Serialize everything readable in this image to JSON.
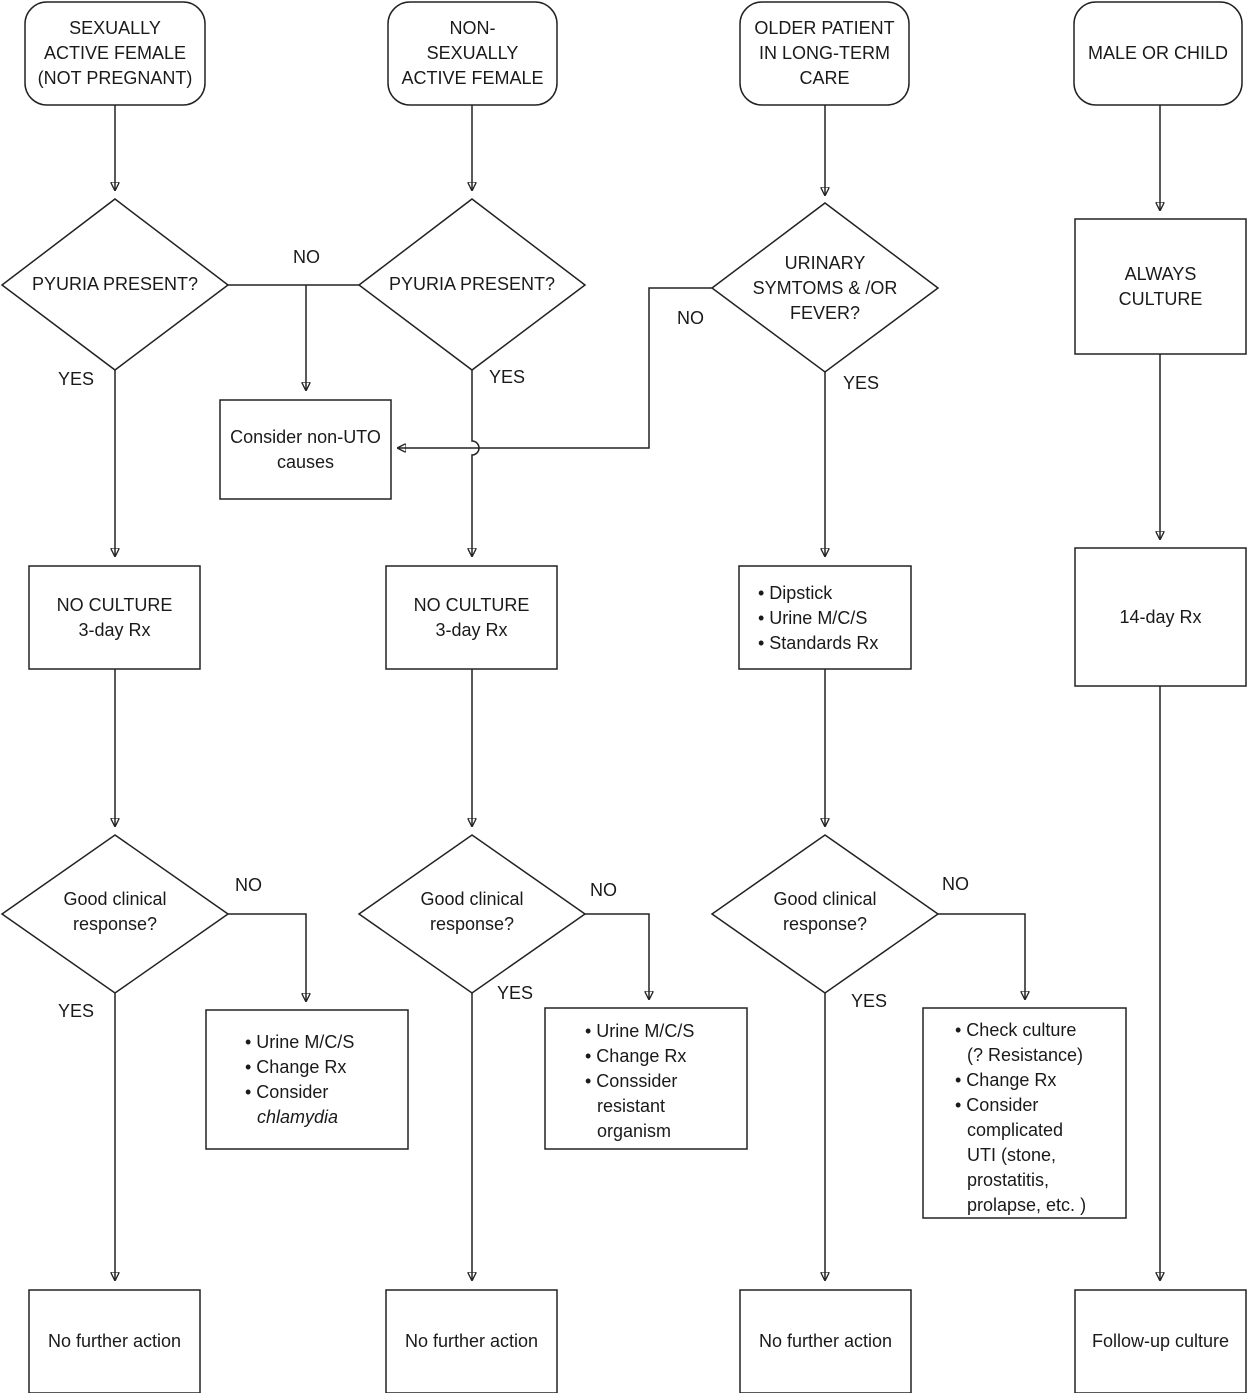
{
  "columns": {
    "sexually_active_female": {
      "start": [
        "SEXUALLY",
        "ACTIVE FEMALE",
        "(NOT PREGNANT)"
      ],
      "decision": [
        "PYURIA PRESENT?"
      ],
      "yes_label": "YES",
      "action": [
        "NO CULTURE",
        "3-day Rx"
      ],
      "response": [
        "Good clinical",
        "response?"
      ],
      "response_yes": "YES",
      "response_no": "NO",
      "no_action": [
        "• Urine M/C/S",
        "• Change Rx",
        "• Consider",
        "chlamydia"
      ],
      "end": [
        "No further action"
      ]
    },
    "non_sexually_active_female": {
      "start": [
        "NON-",
        "SEXUALLY",
        "ACTIVE FEMALE"
      ],
      "decision": [
        "PYURIA PRESENT?"
      ],
      "yes_label": "YES",
      "no_label": "NO",
      "action": [
        "NO CULTURE",
        "3-day Rx"
      ],
      "response": [
        "Good clinical",
        "response?"
      ],
      "response_yes": "YES",
      "response_no": "NO",
      "no_action": [
        "• Urine M/C/S",
        "• Change Rx",
        "• Conssider",
        "resistant",
        "organism"
      ],
      "end": [
        "No further action"
      ]
    },
    "non_uti": {
      "text": [
        "Consider non-UTO",
        "causes"
      ]
    },
    "older_patient": {
      "start": [
        "OLDER PATIENT",
        "IN LONG-TERM",
        "CARE"
      ],
      "decision": [
        "URINARY",
        "SYMTOMS & /OR",
        "FEVER?"
      ],
      "yes_label": "YES",
      "no_label": "NO",
      "action": [
        "• Dipstick",
        "• Urine M/C/S",
        "• Standards Rx"
      ],
      "response": [
        "Good clinical",
        "response?"
      ],
      "response_yes": "YES",
      "response_no": "NO",
      "no_action": [
        "• Check culture",
        "(? Resistance)",
        "• Change Rx",
        "• Consider",
        "complicated",
        "UTI (stone,",
        "prostatitis,",
        "prolapse, etc. )"
      ],
      "end": [
        "No further action"
      ]
    },
    "male_or_child": {
      "start": [
        "MALE OR CHILD"
      ],
      "step1": [
        "ALWAYS",
        "CULTURE"
      ],
      "step2": [
        "14-day Rx"
      ],
      "end": [
        "Follow-up culture"
      ]
    }
  }
}
